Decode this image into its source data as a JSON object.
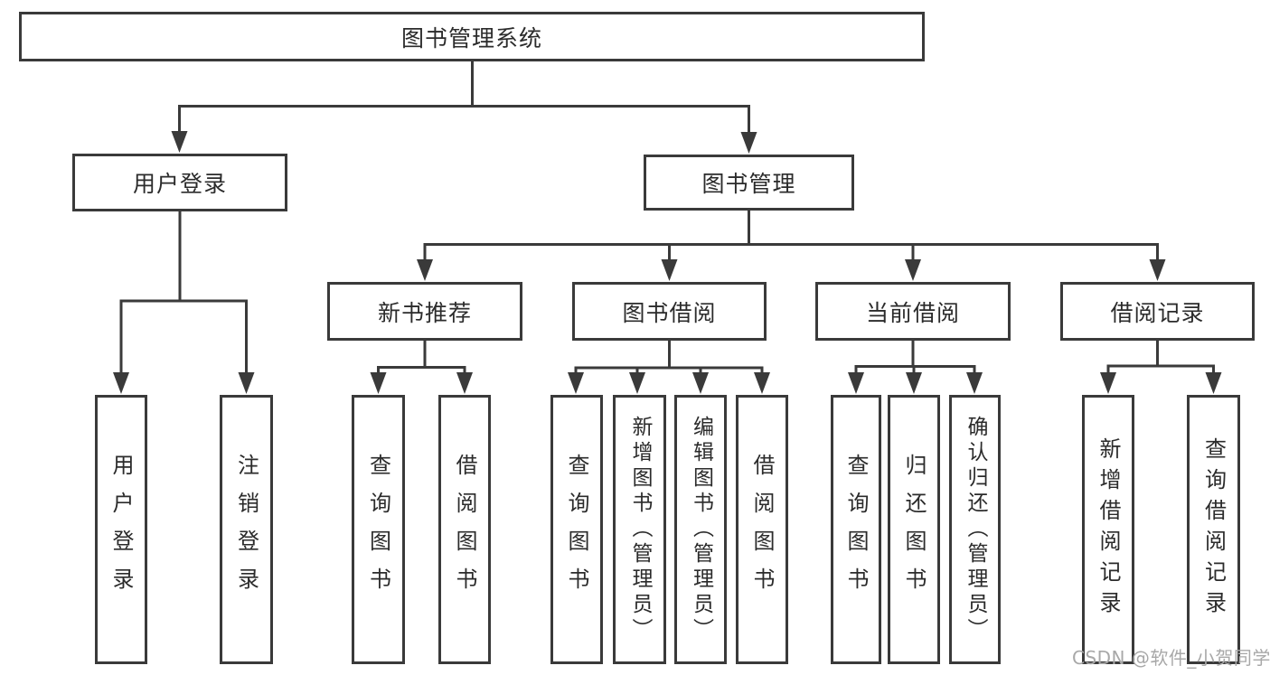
{
  "diagram": {
    "title": "图书管理系统",
    "type": "hierarchy-tree",
    "tree": {
      "label": "图书管理系统",
      "children": [
        {
          "label": "用户登录",
          "children": [
            {
              "label": "用户登录"
            },
            {
              "label": "注销登录"
            }
          ]
        },
        {
          "label": "图书管理",
          "children": [
            {
              "label": "新书推荐",
              "children": [
                {
                  "label": "查询图书"
                },
                {
                  "label": "借阅图书"
                }
              ]
            },
            {
              "label": "图书借阅",
              "children": [
                {
                  "label": "查询图书"
                },
                {
                  "label": "新增图书（管理员）"
                },
                {
                  "label": "编辑图书（管理员）"
                },
                {
                  "label": "借阅图书"
                }
              ]
            },
            {
              "label": "当前借阅",
              "children": [
                {
                  "label": "查询图书"
                },
                {
                  "label": "归还图书"
                },
                {
                  "label": "确认归还（管理员）"
                }
              ]
            },
            {
              "label": "借阅记录",
              "children": [
                {
                  "label": "新增借阅记录"
                },
                {
                  "label": "查询借阅记录"
                }
              ]
            }
          ]
        }
      ]
    }
  },
  "watermark": {
    "text": "CSDN @软件_小贺同学"
  },
  "colors": {
    "line": "#3a3a3a",
    "box_border": "#3a3a3a",
    "text": "#2b2b2b",
    "watermark": "#a8a8a8",
    "background": "#ffffff"
  }
}
